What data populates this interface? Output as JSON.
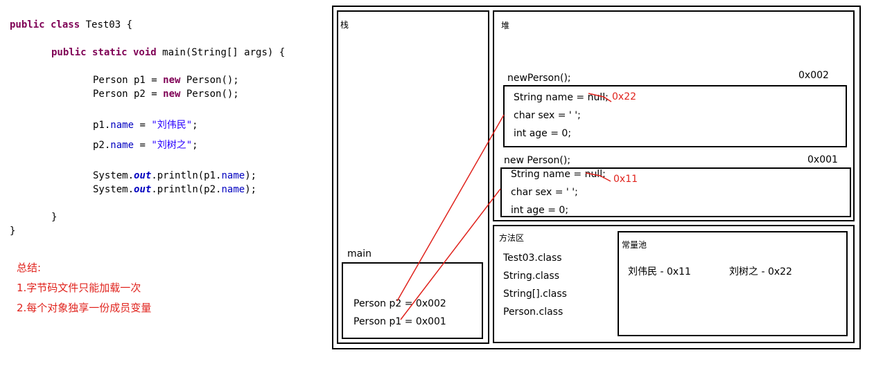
{
  "code": {
    "class_kw": "public class",
    "class_name": "Test03 {",
    "main_kw": "public static void",
    "main_sig": "main(String[] args) {",
    "line_p1_a": "Person p1 = ",
    "line_p2_a": "Person p2 = ",
    "new_kw": "new",
    "line_new_tail": " Person();",
    "p1": "p1.",
    "p2": "p2.",
    "name_field": "name",
    "assign": " = ",
    "p1_value": "\"刘伟民\"",
    "p2_value": "\"刘树之\"",
    "semicolon": ";",
    "sys": "System.",
    "out": "out",
    "println_p1": ".println(p1.",
    "println_p2": ".println(p2.",
    "close_paren": ");",
    "close_main": "}",
    "close_class": "}"
  },
  "summary": {
    "title": "总结:",
    "line1": "1.字节码文件只能加载一次",
    "line2": "2.每个对象独享一份成员变量"
  },
  "stack": {
    "title": "栈",
    "frame_label": "main",
    "var_p2": "Person p2 = 0x002",
    "var_p1": "Person p1 = 0x001"
  },
  "heap": {
    "title": "堆",
    "obj2": {
      "label": "newPerson();",
      "address": "0x002",
      "name_field": "String name = null;",
      "name_value": "0x22",
      "sex_field": "char sex = ' ';",
      "age_field": "int age = 0;"
    },
    "obj1": {
      "label": "new Person();",
      "address": "0x001",
      "name_field": "String name = null;",
      "name_value": "0x11",
      "sex_field": "char sex = ' ';",
      "age_field": "int age = 0;"
    }
  },
  "method_area": {
    "title": "方法区",
    "classes": [
      "Test03.class",
      "String.class",
      "String[].class",
      "Person.class"
    ],
    "pool": {
      "title": "常量池",
      "entry1": "刘伟民 - 0x11",
      "entry2": "刘树之 - 0x22"
    }
  },
  "colors": {
    "accent": "#e0231d",
    "keyword": "#7f0055",
    "string": "#2a00ff",
    "field": "#0000c0"
  }
}
